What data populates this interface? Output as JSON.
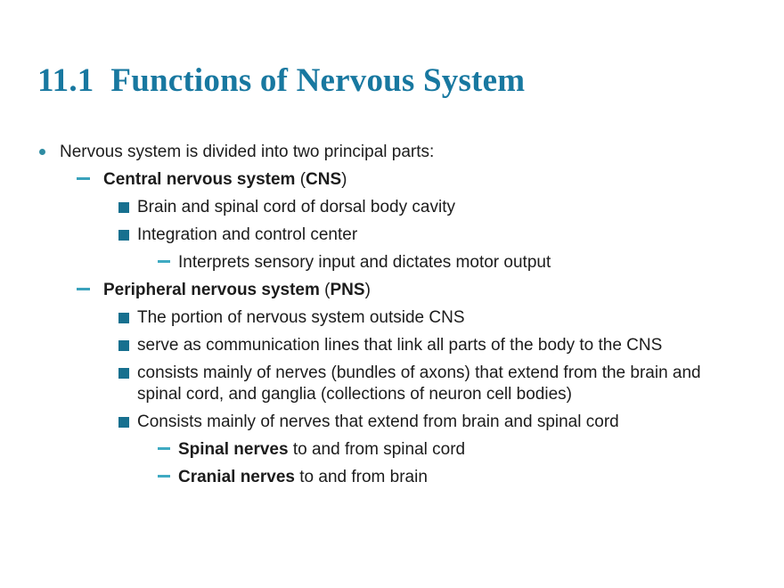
{
  "slide": {
    "title": "11.1  Functions of Nervous System",
    "colors": {
      "background": "#FFFFFF",
      "title": "#1878A0",
      "text": "#1C1C1C",
      "bullet_dot": "#2F8CA3",
      "bullet_dash": "#3AA2BC",
      "bullet_dash_light": "#3FAAC2",
      "bullet_square": "#17708F"
    },
    "bullets": [
      {
        "level": 1,
        "marker": "dot",
        "segments": [
          {
            "text": "Nervous system is divided into two principal parts:",
            "bold": false
          }
        ]
      },
      {
        "level": 2,
        "marker": "dash",
        "segments": [
          {
            "text": "Central nervous system",
            "bold": true
          },
          {
            "text": " (",
            "bold": false
          },
          {
            "text": "CNS",
            "bold": true
          },
          {
            "text": ")",
            "bold": false
          }
        ]
      },
      {
        "level": 3,
        "marker": "square",
        "segments": [
          {
            "text": "Brain and spinal cord of dorsal body cavity",
            "bold": false
          }
        ]
      },
      {
        "level": 3,
        "marker": "square",
        "segments": [
          {
            "text": "Integration and control center",
            "bold": false
          }
        ]
      },
      {
        "level": 4,
        "marker": "dash",
        "segments": [
          {
            "text": "Interprets sensory input and dictates motor output",
            "bold": false
          }
        ]
      },
      {
        "level": 2,
        "marker": "dash",
        "segments": [
          {
            "text": "Peripheral nervous system",
            "bold": true
          },
          {
            "text": " (",
            "bold": false
          },
          {
            "text": "PNS",
            "bold": true
          },
          {
            "text": ")",
            "bold": false
          }
        ]
      },
      {
        "level": 3,
        "marker": "square",
        "segments": [
          {
            "text": "The portion of nervous system outside CNS",
            "bold": false
          }
        ]
      },
      {
        "level": 3,
        "marker": "square",
        "segments": [
          {
            "text": "serve as communication lines that link all parts of the body to the CNS",
            "bold": false
          }
        ]
      },
      {
        "level": 3,
        "marker": "square",
        "segments": [
          {
            "text": "consists mainly of nerves (bundles of axons) that extend from the brain and spinal cord, and ganglia (collections of neuron cell bodies)",
            "bold": false
          }
        ]
      },
      {
        "level": 3,
        "marker": "square",
        "segments": [
          {
            "text": "Consists mainly of nerves that extend from brain and spinal cord",
            "bold": false
          }
        ]
      },
      {
        "level": 4,
        "marker": "dash",
        "segments": [
          {
            "text": "Spinal nerves",
            "bold": true
          },
          {
            "text": " to and from spinal cord",
            "bold": false
          }
        ]
      },
      {
        "level": 4,
        "marker": "dash",
        "segments": [
          {
            "text": "Cranial nerves",
            "bold": true
          },
          {
            "text": " to and from brain",
            "bold": false
          }
        ]
      }
    ]
  }
}
